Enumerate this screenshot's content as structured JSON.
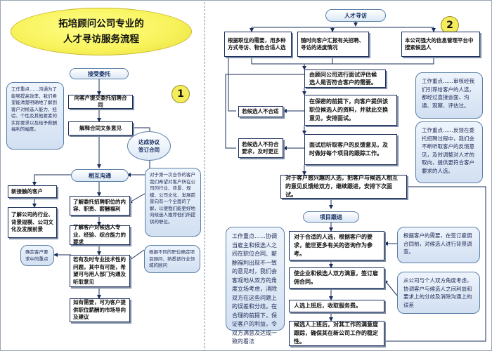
{
  "title": {
    "line1": "拓培顾问公司专业的",
    "line2": "人才寻访服务流程"
  },
  "left": {
    "badge": "1",
    "commission": "接受委托",
    "submit_form": "向客户提交委托招聘合同",
    "explain_contract": "解释合同文条意见",
    "agreement_line1": "达成协议",
    "agreement_line2": "签订合同",
    "mutual_comm": "相互沟通",
    "new_client": "新接触的客户",
    "learn_company": "了解公司的行业、背景规模、公司文化及发展前景",
    "learn_position": "了解委托招聘职位的内容、职责、薪酬福利",
    "learn_expect": "了解客户对候选人专业、经验、综合能力的要求",
    "confirm_key": "确定客户要求中的重点",
    "special_req": "若有及时专业技术性的问题，其中有可能，希望可与用人部门沟通及听取意见",
    "plan": "如有需要，可为客户提供职位薪酬的市场导向及建议",
    "note_topleft": "工作重点……沟通为了能够提高效率，我们希望能清楚明确地了解到客户对候选人能力、经验、个性及其他要素的实际要求以及给予薪酬福利的幅度。",
    "note_first_coop": "对于第一次合作的客户我们希望对客户所在公司的行业、背景、规模、公司文化、发展前景向有一个全面的了解，以便我们能更好地向候选人推荐他们所提供的职位。",
    "note_position": "根据不同的职位确定项目顾问、熟悉该行业领域的顾问"
  },
  "right": {
    "badge": "2",
    "talent_search": "人才寻访",
    "top_box1": "根据职位的需要，用多种方式寻访、物色合适人选",
    "top_box2": "随时向客户汇报有关招聘、寻访的进度情况",
    "top_box3": "本公司强大的信息管理平台中搜索候选人",
    "interview_eval": "由顾问公司进行面试评估候选人是否符合客户的需要。",
    "confidential": "在保密的前提下，向客户提供该职位候选人的资料，并就此交换意见，安排面试。",
    "not_fit": "若候选人不合适",
    "not_meet": "若候选人不符合要求，及时更正",
    "feedback": "面试后听取客户的反馈意见，及时做好每个项目的跟踪工作。",
    "satisfied": "对于客户感兴趣的人选，把客户与候选人相互的意见反馈给双方，继续跟进，安排下次面试。",
    "follow_up": "项目跟进",
    "candidate_req": "对于合适的人选，根据客户的要求，能世更多有关的咨询作为参考。",
    "mutual_satisfy": "使企业和候选人双方满意，签订雇佣合同。",
    "onboard": "人选上班后，收取服务费。",
    "stability": "候选人上班后，对其工作的满意度跟踪，确保其在新公司工作的稳定性。",
    "note_review": "工作重点……审核经我们引荐给客户的人选，都经过直接会面、沟通、观察、评估过。",
    "note_feedback": "工作重点……反馈在委托招聘过程中，我们会不断听取客户的反馈意见，及时调整对人才的取向，提供更符合客户要求的人选。",
    "note_coordinate": "工作重点……协调当雇主和候选人之间在职位合同、薪酬福利出现不一致的意见时，我们会客观地从双方的角度立场考虑，消除双方在这些问题上的误差和分歧。在合理的前提下，保证客户的利益，令双方满意及达成一致的看法",
    "note_demand": "根据客户的需要，在签订雇佣合同前，对候选人进行背景调查。",
    "note_interest": "从公司与个人双方角度考虑，协调客户与候选人之间利益和要求上的分歧及消除沟通上的误差"
  },
  "colors": {
    "line": "#1a2d5a",
    "title_fill": "#f7f25a",
    "note_fill": "#d2e0f2"
  }
}
